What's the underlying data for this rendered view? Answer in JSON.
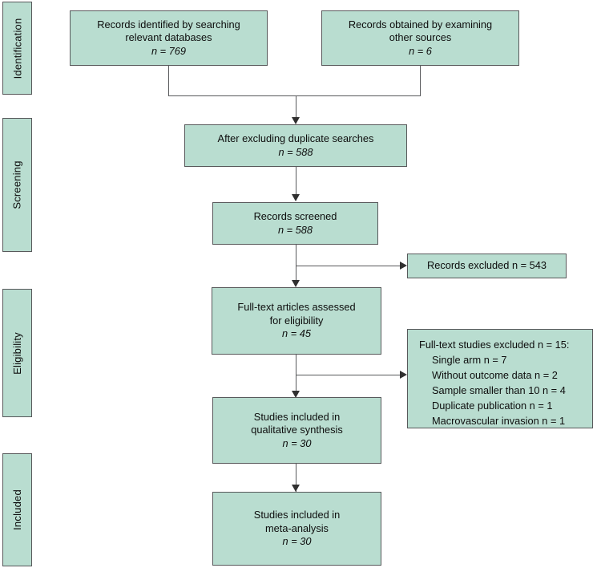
{
  "figure": {
    "type": "prisma-flow-diagram",
    "box_fill_color": "#b9ddd0",
    "box_border_color": "#58595b",
    "connector_color": "#58595b",
    "text_color": "#0d0d0d"
  },
  "stages": [
    {
      "label": "Identification"
    },
    {
      "label": "Screening"
    },
    {
      "label": "Eligibility"
    },
    {
      "label": "Included"
    }
  ],
  "boxes": {
    "identified": {
      "line1": "Records identified by searching",
      "line2": "relevant databases",
      "count": "n = 769"
    },
    "other_sources": {
      "line1": "Records obtained by examining",
      "line2": "other sources",
      "count": "n = 6"
    },
    "deduplicated": {
      "line1": "After excluding duplicate searches",
      "count": "n = 588"
    },
    "screened": {
      "line1": "Records screened",
      "count": "n = 588"
    },
    "records_excluded": {
      "line1": "Records excluded n = 543"
    },
    "fulltext_assessed": {
      "line1": "Full-text articles assessed",
      "line2": "for eligibility",
      "count": "n = 45"
    },
    "fulltext_excluded": {
      "heading": "Full-text studies excluded n = 15:",
      "items": [
        "Single arm n = 7",
        "Without outcome data n = 2",
        "Sample smaller than 10 n = 4",
        "Duplicate publication n = 1",
        "Macrovascular invasion n = 1"
      ]
    },
    "qualitative": {
      "line1": "Studies included in",
      "line2": "qualitative synthesis",
      "count": "n = 30"
    },
    "meta_analysis": {
      "line1": "Studies included in",
      "line2": "meta-analysis",
      "count": "n = 30"
    }
  }
}
